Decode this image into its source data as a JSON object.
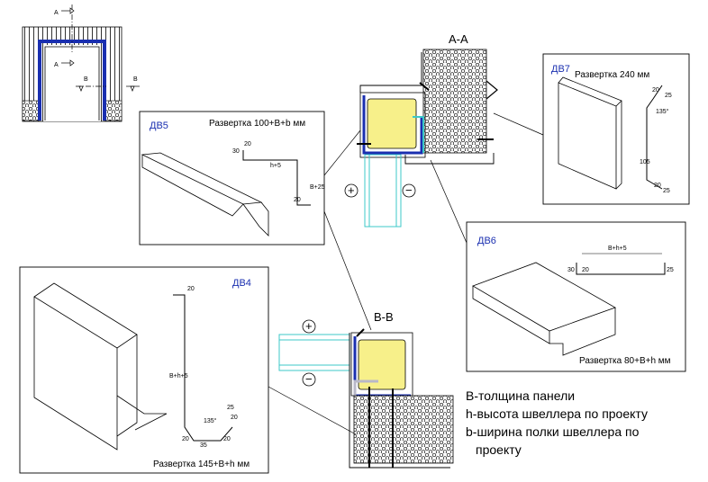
{
  "colors": {
    "frame": "#1a2fb0",
    "insulation": "#f7f08a",
    "cyan": "#3cc8c8",
    "gray": "#b8b8c8",
    "line": "#000000"
  },
  "key_view": {
    "arrow_a_top": "A",
    "arrow_a_mid": "A",
    "arrow_b_left": "B",
    "arrow_b_right": "B"
  },
  "sections": {
    "aa": "A-A",
    "bb": "B-B"
  },
  "signs": {
    "plus_top": "+",
    "minus_top": "−",
    "plus_bottom": "+",
    "minus_bottom": "−"
  },
  "panels": {
    "dv5": {
      "label": "ДВ5",
      "razvertka": "Развертка 100+В+b мм",
      "dims": [
        "30",
        "20",
        "h+5",
        "В+25",
        "20"
      ]
    },
    "dv7": {
      "label": "ДВ7",
      "razvertka": "Развертка 240 мм",
      "dims": [
        "25",
        "20",
        "105",
        "135°",
        "20",
        "25"
      ]
    },
    "dv6": {
      "label": "ДВ6",
      "razvertka": "Развертка 80+В+h мм",
      "dims": [
        "В+h+5",
        "30",
        "20",
        "25"
      ]
    },
    "dv4": {
      "label": "ДВ4",
      "razvertka": "Развертка 145+В+h мм",
      "dims": [
        "20",
        "В+h+5",
        "135°",
        "25",
        "20",
        "20",
        "35",
        "20"
      ]
    }
  },
  "legend": {
    "line1": "В-толщина панели",
    "line2": "h-высота швеллера по проекту",
    "line3": "b-ширина полки швеллера по",
    "line4": "проекту"
  }
}
